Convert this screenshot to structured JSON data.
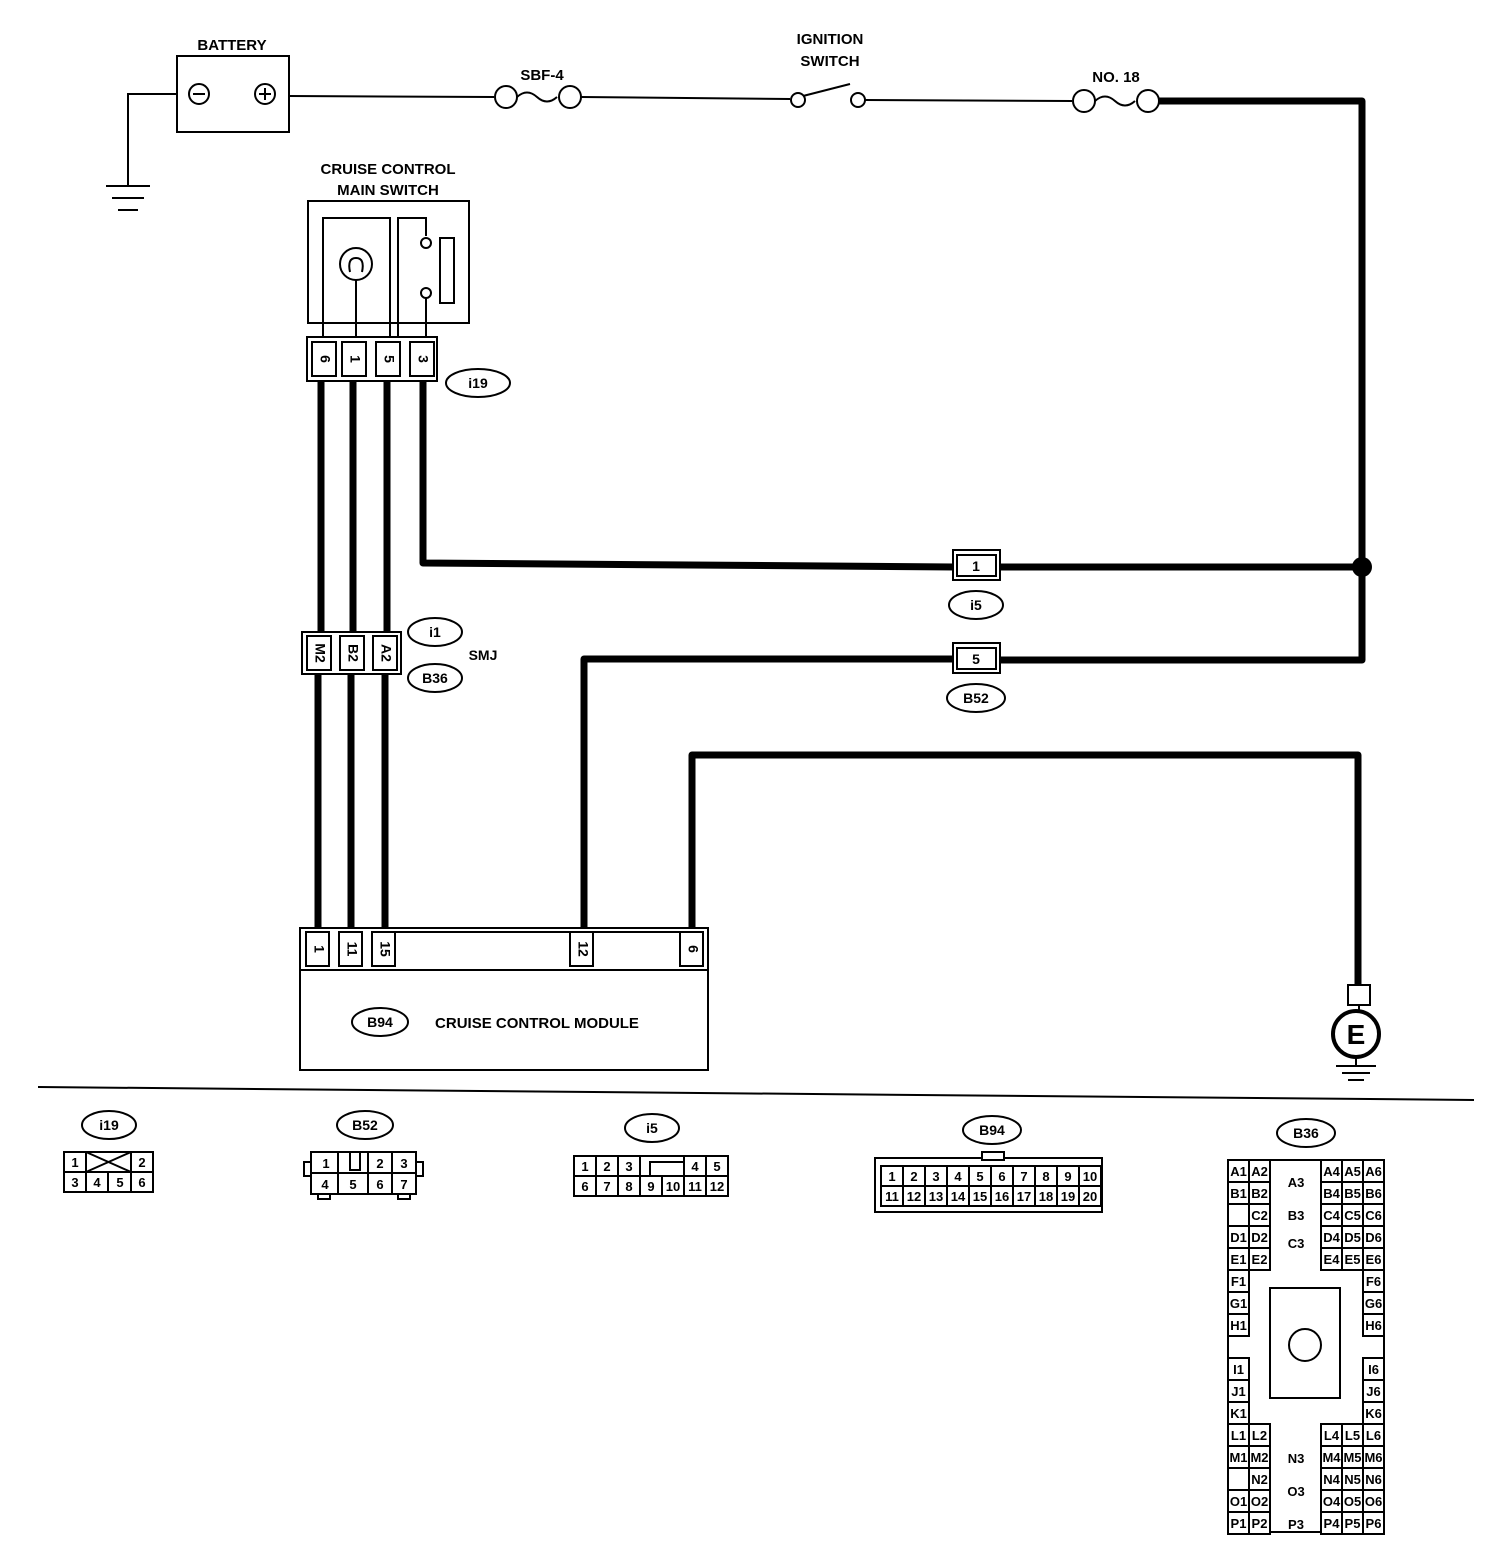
{
  "labels": {
    "battery": "BATTERY",
    "fuse_sbf": "SBF-4",
    "ignition_1": "IGNITION",
    "ignition_2": "SWITCH",
    "fuse_no18": "NO. 18",
    "main_switch_1": "CRUISE CONTROL",
    "main_switch_2": "MAIN SWITCH",
    "smj": "SMJ",
    "module": "CRUISE CONTROL MODULE",
    "ground_e": "E"
  },
  "tags": {
    "i19": "i19",
    "i1": "i1",
    "b36": "B36",
    "i5": "i5",
    "b52": "B52",
    "b94": "B94"
  },
  "pins": {
    "switch_connector": [
      "6",
      "1",
      "5",
      "3"
    ],
    "smj_connector": [
      "M2",
      "B2",
      "A2"
    ],
    "i5_pin": "1",
    "b52_pin": "5",
    "module_pins": [
      "1",
      "11",
      "15",
      "12",
      "6"
    ]
  },
  "connector_views": {
    "i19": {
      "title": "i19",
      "row1": [
        "1",
        "2"
      ],
      "row2": [
        "3",
        "4",
        "5",
        "6"
      ]
    },
    "b52": {
      "title": "B52",
      "row1": [
        "1",
        "2",
        "3"
      ],
      "row2": [
        "4",
        "5",
        "6",
        "7"
      ]
    },
    "i5": {
      "title": "i5",
      "row1": [
        "1",
        "2",
        "3",
        "4",
        "5"
      ],
      "row2": [
        "6",
        "7",
        "8",
        "9",
        "10",
        "11",
        "12"
      ]
    },
    "b94": {
      "title": "B94",
      "row1": [
        "1",
        "2",
        "3",
        "4",
        "5",
        "6",
        "7",
        "8",
        "9",
        "10"
      ],
      "row2": [
        "11",
        "12",
        "13",
        "14",
        "15",
        "16",
        "17",
        "18",
        "19",
        "20"
      ]
    },
    "b36": {
      "title": "B36",
      "left": [
        "A1",
        "A2",
        "B1",
        "B2",
        "C2",
        "D1",
        "D2",
        "E1",
        "E2",
        "F1",
        "G1",
        "H1",
        "I1",
        "J1",
        "K1",
        "L1",
        "L2",
        "M1",
        "M2",
        "N2",
        "O1",
        "O2",
        "P1",
        "P2"
      ],
      "middle": [
        "A3",
        "B3",
        "C3",
        "N3",
        "O3",
        "P3"
      ],
      "right": [
        "A4",
        "A5",
        "A6",
        "B4",
        "B5",
        "B6",
        "C4",
        "C5",
        "C6",
        "D4",
        "D5",
        "D6",
        "E4",
        "E5",
        "E6",
        "F6",
        "G6",
        "H6",
        "I6",
        "J6",
        "K6",
        "L4",
        "L5",
        "L6",
        "M4",
        "M5",
        "M6",
        "N4",
        "N5",
        "N6",
        "O4",
        "O5",
        "O6",
        "P4",
        "P5",
        "P6"
      ]
    }
  }
}
